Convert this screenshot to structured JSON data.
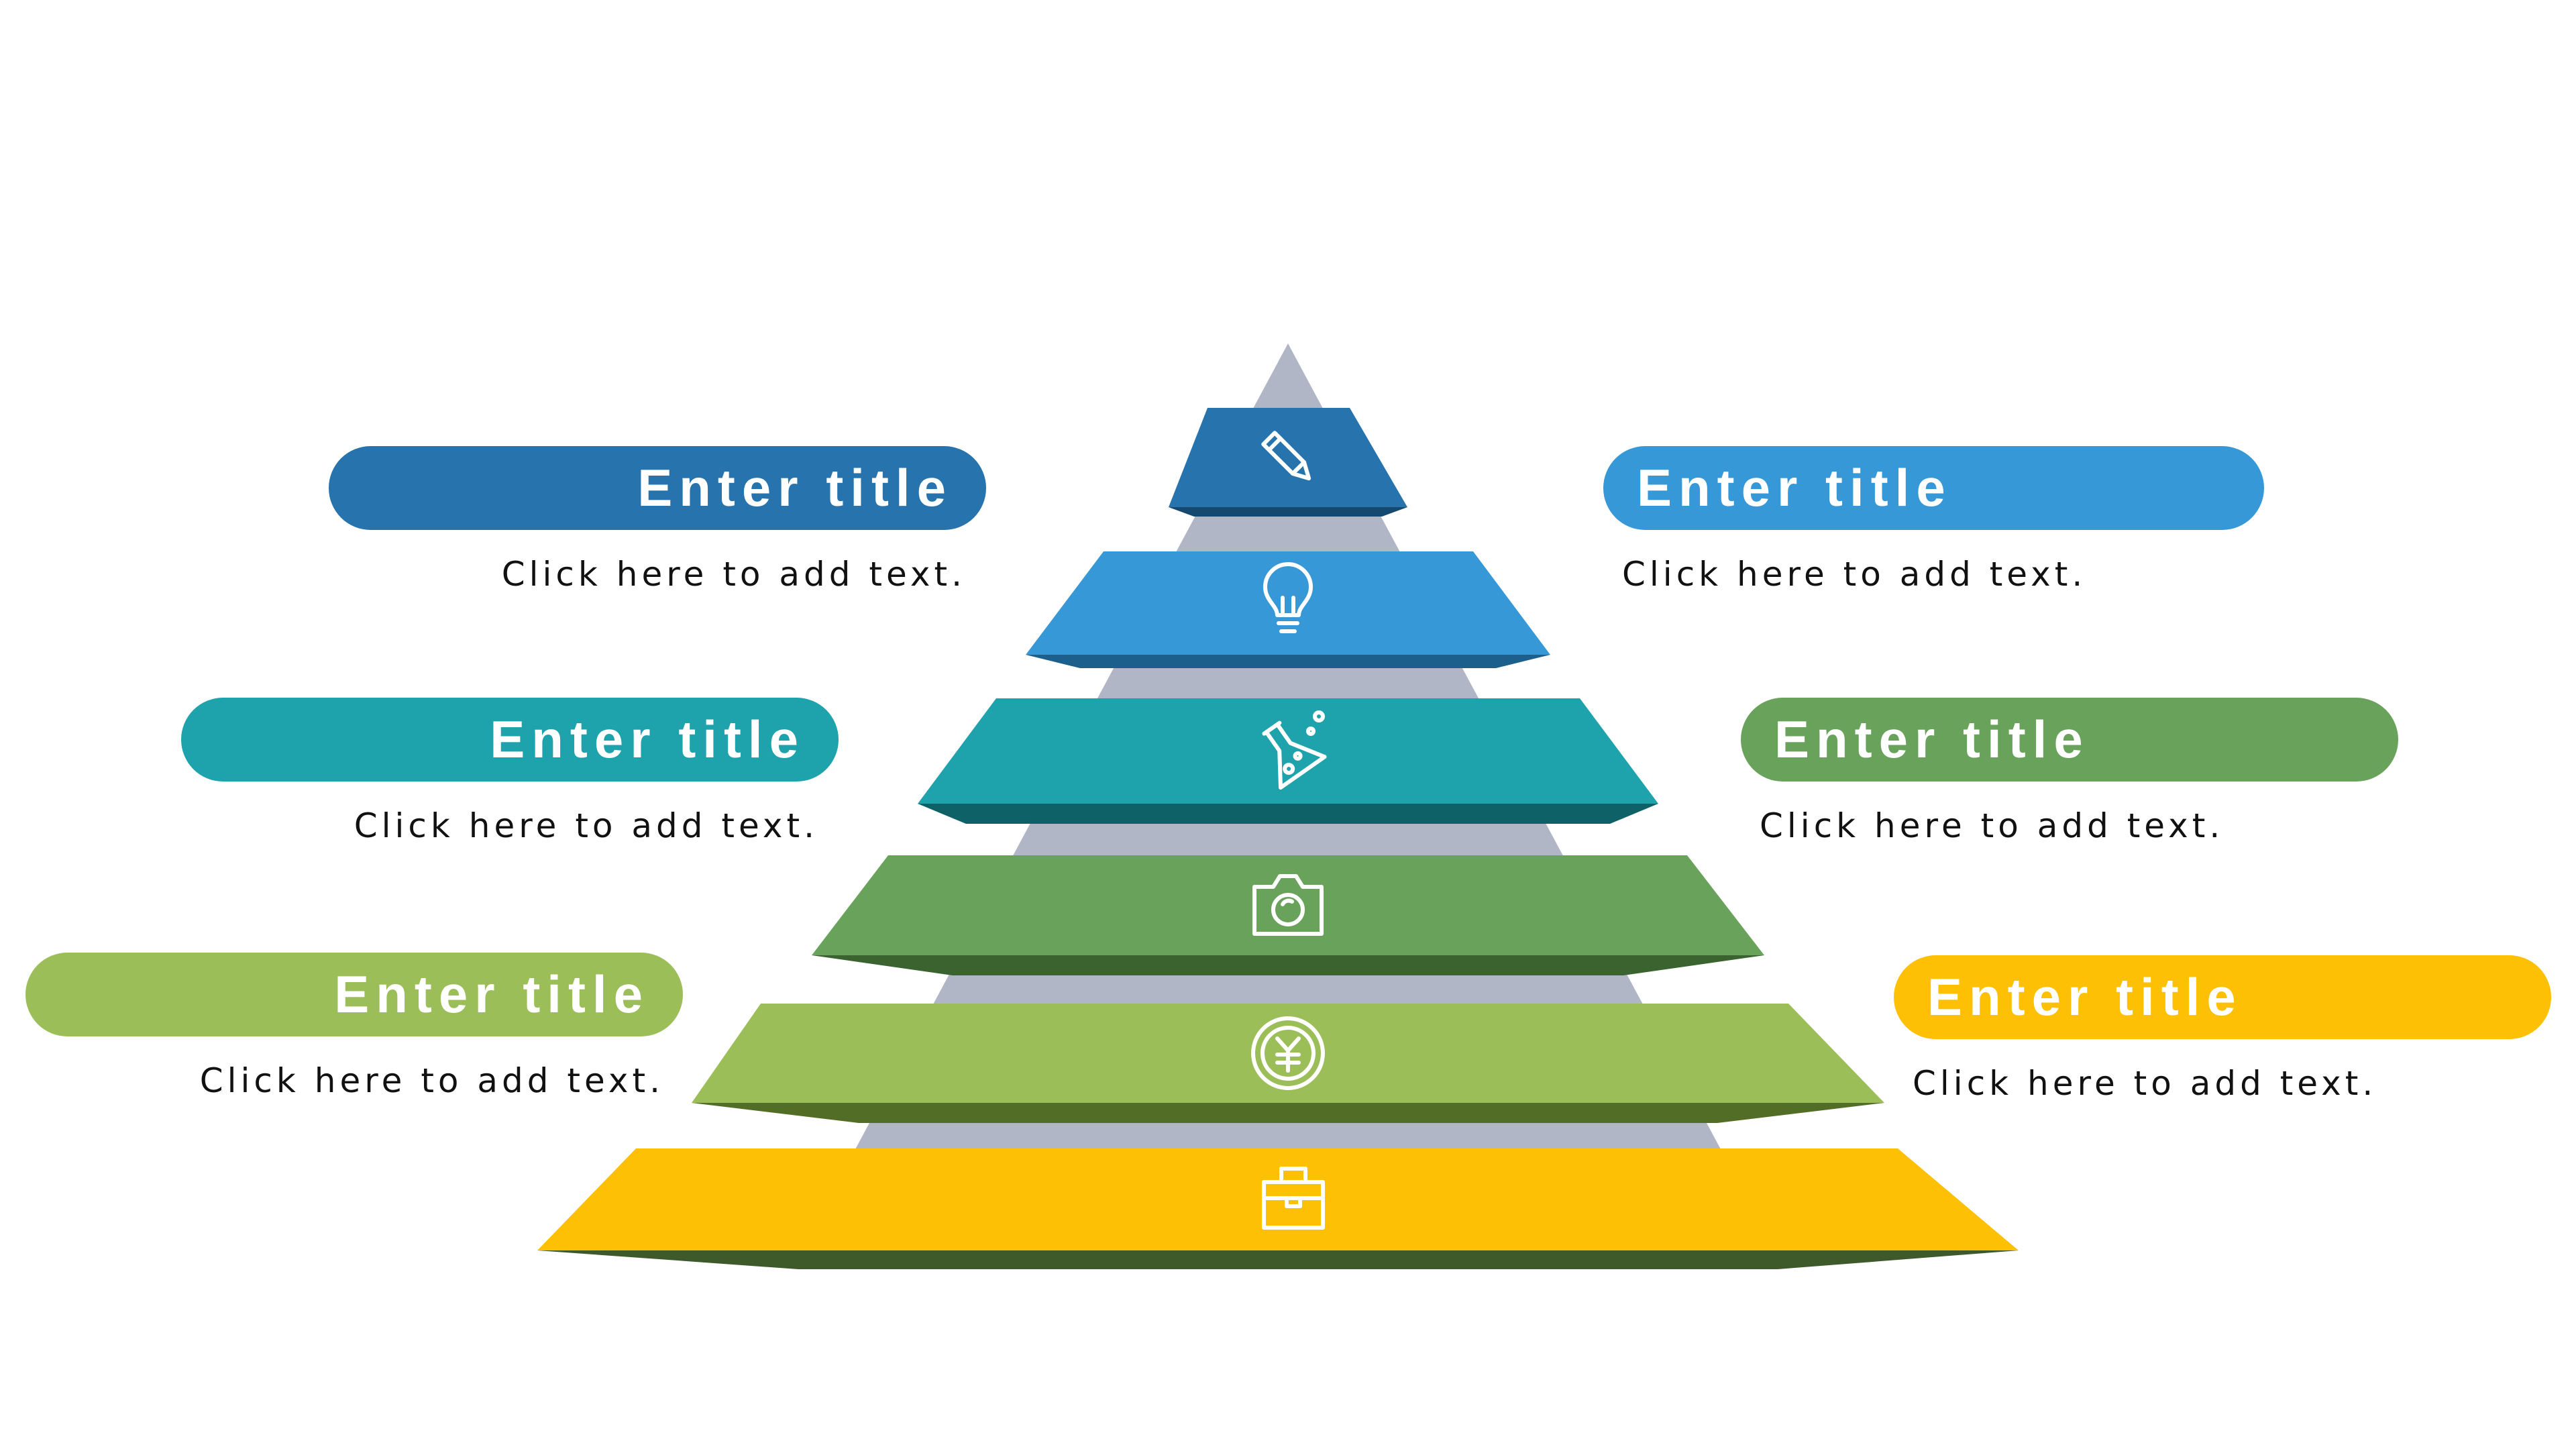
{
  "slide": {
    "colors": {
      "background": "#ffffff",
      "pyramid_core": "#b1b6c6",
      "text_dark": "#111111",
      "title_text": "#ffffff"
    },
    "pyramid_levels": [
      {
        "icon": "pencil-icon",
        "color": "#2673ad",
        "shadow": "#15496f"
      },
      {
        "icon": "lightbulb-icon",
        "color": "#3798d8",
        "shadow": "#1d5f8c"
      },
      {
        "icon": "flask-icon",
        "color": "#1ea3ad",
        "shadow": "#0f6168"
      },
      {
        "icon": "camera-icon",
        "color": "#69a35b",
        "shadow": "#3a6330"
      },
      {
        "icon": "yen-coin-icon",
        "color": "#9cbe59",
        "shadow": "#526d26"
      },
      {
        "icon": "briefcase-icon",
        "color": "#fdc004",
        "shadow": "#3f5a2a"
      }
    ],
    "callouts": {
      "left": [
        {
          "title": "Enter title",
          "text": "Click here to add text.",
          "color": "#2673ad"
        },
        {
          "title": "Enter title",
          "text": "Click here to add text.",
          "color": "#1ea3ad"
        },
        {
          "title": "Enter title",
          "text": "Click here to add text.",
          "color": "#9cbe59"
        }
      ],
      "right": [
        {
          "title": "Enter title",
          "text": "Click here to add text.",
          "color": "#3798d8"
        },
        {
          "title": "Enter title",
          "text": "Click here to add text.",
          "color": "#69a35b"
        },
        {
          "title": "Enter title",
          "text": "Click here to add text.",
          "color": "#fdc004"
        }
      ]
    }
  }
}
